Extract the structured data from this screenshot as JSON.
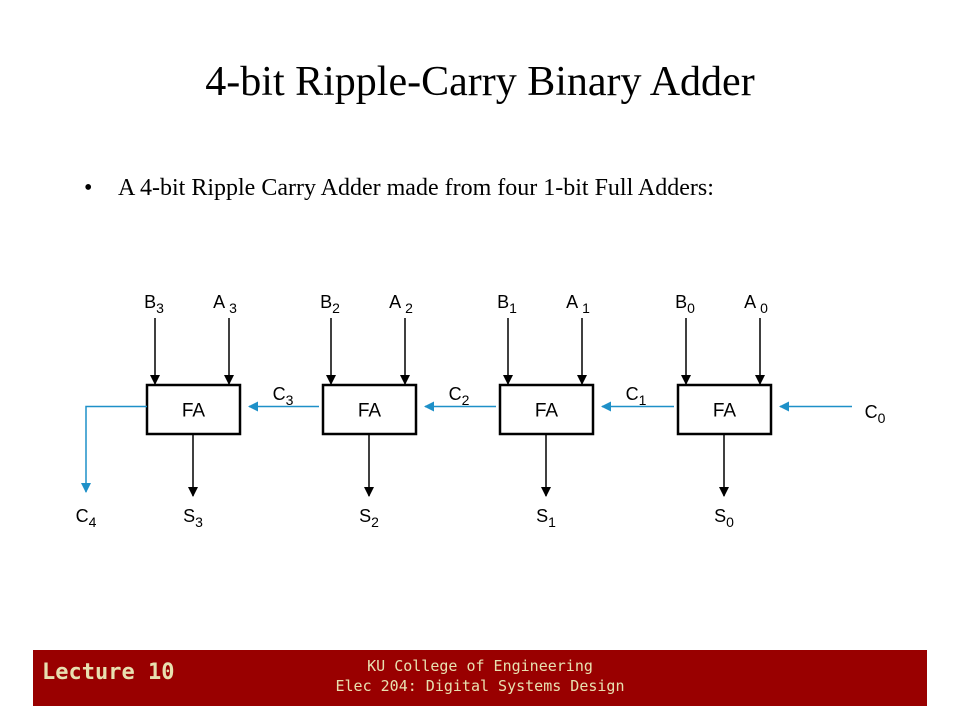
{
  "title": "4-bit Ripple-Carry Binary Adder",
  "bullet": {
    "symbol": "•",
    "text": "A 4-bit Ripple Carry Adder made from four 1-bit Full Adders:"
  },
  "diagram": {
    "block_label": "FA",
    "carry_color": "#1e90c8",
    "stages": [
      {
        "b": "B",
        "b_sub": "3",
        "a": "A ",
        "a_sub": "3",
        "s": "S",
        "s_sub": "3"
      },
      {
        "b": "B",
        "b_sub": "2",
        "a": "A ",
        "a_sub": "2",
        "s": "S",
        "s_sub": "2"
      },
      {
        "b": "B",
        "b_sub": "1",
        "a": "A ",
        "a_sub": "1",
        "s": "S",
        "s_sub": "1"
      },
      {
        "b": "B",
        "b_sub": "0",
        "a": "A ",
        "a_sub": "0",
        "s": "S",
        "s_sub": "0"
      }
    ],
    "carries": [
      {
        "label": "C",
        "sub": "4"
      },
      {
        "label": "C",
        "sub": "3"
      },
      {
        "label": "C",
        "sub": "2"
      },
      {
        "label": "C",
        "sub": "1"
      },
      {
        "label": "C",
        "sub": "0"
      }
    ]
  },
  "footer": {
    "lecture": "Lecture 10",
    "line1": "KU College of Engineering",
    "line2": "Elec 204: Digital Systems Design",
    "background": "#990000",
    "text_color": "#e8e0b0"
  }
}
